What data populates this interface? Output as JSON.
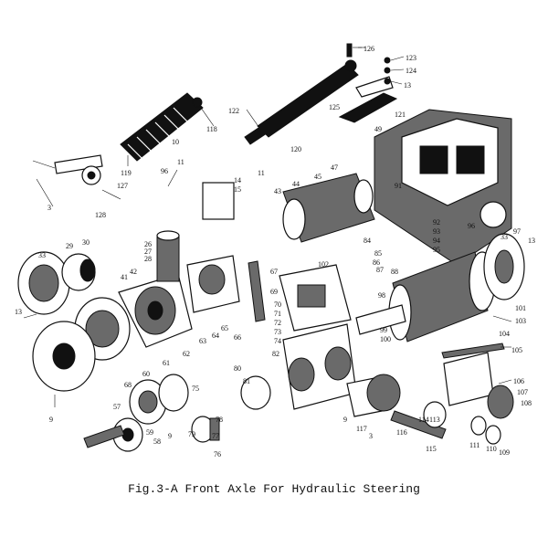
{
  "caption": "Fig.3-A Front Axle For Hydraulic Steering",
  "callouts": {
    "c126": "126",
    "c123": "123",
    "c124": "124",
    "c13a": "13",
    "c122": "122",
    "c125": "125",
    "c121": "121",
    "c120": "120",
    "c118": "118",
    "c10": "10",
    "c119": "119",
    "c49": "49",
    "c11a": "11",
    "c96a": "96",
    "c127": "127",
    "c128": "128",
    "c3a": "3",
    "c33a": "33",
    "c29": "29",
    "c30": "30",
    "c41": "41",
    "c42": "42",
    "c13b": "13",
    "c9a": "9",
    "c43": "43",
    "c44": "44",
    "c45": "45",
    "c47": "47",
    "c91": "91",
    "c96b": "96",
    "c97": "97",
    "c33b": "33",
    "c13c": "13",
    "c101": "101",
    "c103": "103",
    "c104": "104",
    "c105": "105",
    "c106": "106",
    "c107": "107",
    "c108": "108",
    "c109": "109",
    "c110": "110",
    "c111": "111",
    "c115": "115",
    "c116": "116",
    "c117": "117",
    "c3b": "3",
    "c9b": "9",
    "c76": "76",
    "c77": "77",
    "c78": "78",
    "c79": "79",
    "c68": "68",
    "c60": "60",
    "c61": "61",
    "c62": "62",
    "c63": "63",
    "c64": "64",
    "c65": "65",
    "c66": "66",
    "c80": "80",
    "c75": "75",
    "c81": "81",
    "c82": "82",
    "c67": "67",
    "c102": "102",
    "c98": "98",
    "c99": "99",
    "c100": "100",
    "c84": "84",
    "c85": "85",
    "c86": "86",
    "c87": "87",
    "c88": "88",
    "c92": "92",
    "c93": "93",
    "c94": "94",
    "c95": "95",
    "c11b": "11",
    "c14": "14",
    "c15": "15",
    "c57": "57",
    "c58": "58",
    "c59": "59",
    "c9c": "9",
    "c26": "26",
    "c27": "27",
    "c28": "28",
    "c69": "69",
    "c70": "70",
    "c71": "71",
    "c72": "72",
    "c73": "73",
    "c74": "74",
    "c113": "113",
    "c114": "114"
  }
}
